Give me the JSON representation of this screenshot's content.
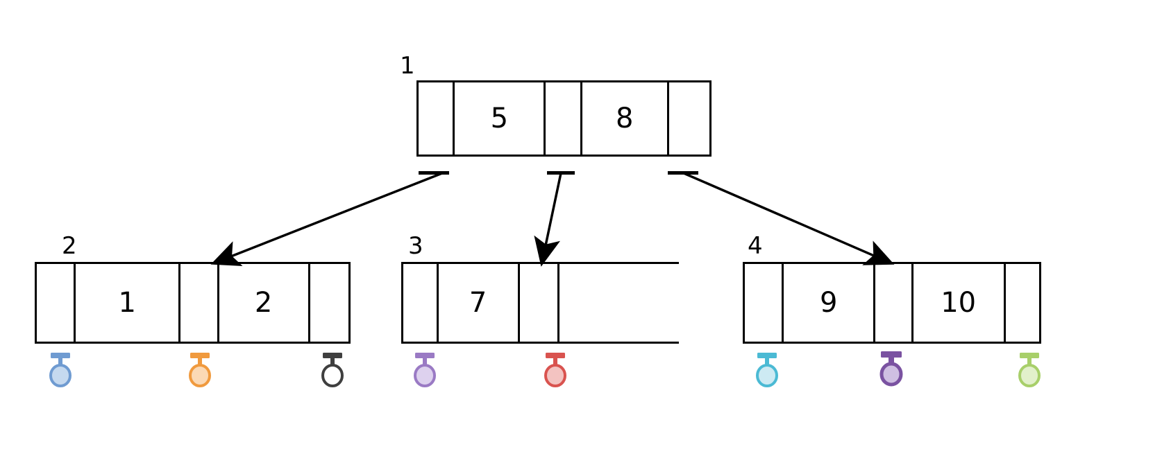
{
  "diagram": {
    "title": "B-Tree node structure with leaf record pointers",
    "type": "b-tree"
  },
  "nodes": [
    {
      "id": "root",
      "label": "1",
      "keys": [
        "5",
        "8"
      ],
      "slots": [
        "pointer",
        "5",
        "pointer",
        "8",
        "pointer"
      ]
    },
    {
      "id": "child-left",
      "label": "2",
      "keys": [
        "1",
        "2"
      ],
      "slots": [
        "pointer",
        "1",
        "pointer",
        "2",
        "pointer"
      ]
    },
    {
      "id": "child-middle",
      "label": "3",
      "keys": [
        "7"
      ],
      "slots": [
        "pointer",
        "7",
        "pointer"
      ],
      "empty_tail": true
    },
    {
      "id": "child-right",
      "label": "4",
      "keys": [
        "9",
        "10"
      ],
      "slots": [
        "pointer",
        "9",
        "pointer",
        "10",
        "pointer"
      ]
    }
  ],
  "edges": [
    {
      "from": "root",
      "from_slot": 0,
      "to": "child-left",
      "direction": "down-left"
    },
    {
      "from": "root",
      "from_slot": 2,
      "to": "child-middle",
      "direction": "down"
    },
    {
      "from": "root",
      "from_slot": 4,
      "to": "child-right",
      "direction": "down-right"
    }
  ],
  "records": [
    {
      "id": "rec-1",
      "parent": "child-left",
      "color": "#6f9bd1",
      "fill": "#c5d9ef"
    },
    {
      "id": "rec-2",
      "parent": "child-left",
      "color": "#f09a3e",
      "fill": "#fbd9b5"
    },
    {
      "id": "rec-3",
      "parent": "child-left",
      "color": "#3f3f3f",
      "fill": "#ffffff"
    },
    {
      "id": "rec-4",
      "parent": "child-middle",
      "color": "#9a7ac4",
      "fill": "#ddd1ee"
    },
    {
      "id": "rec-5",
      "parent": "child-middle",
      "color": "#d9534f",
      "fill": "#f3c3c1"
    },
    {
      "id": "rec-6",
      "parent": "child-right",
      "color": "#4bbad4",
      "fill": "#cdeaf3"
    },
    {
      "id": "rec-7",
      "parent": "child-right",
      "color": "#7a52a1",
      "fill": "#cfbfe2"
    },
    {
      "id": "rec-8",
      "parent": "child-right",
      "color": "#a8cf6a",
      "fill": "#e2f0cb"
    }
  ],
  "colors": {
    "stroke": "#000000",
    "background": "#ffffff"
  }
}
